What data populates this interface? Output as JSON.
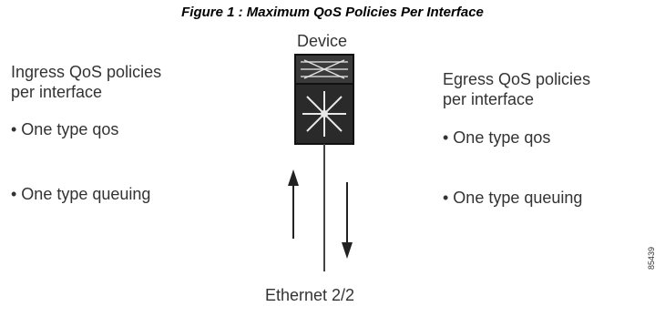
{
  "figure": {
    "title": "Figure 1 : Maximum QoS Policies Per Interface",
    "device_label": "Device",
    "interface_label": "Ethernet 2/2",
    "figure_id": "85439"
  },
  "ingress": {
    "heading_line1": "Ingress QoS policies",
    "heading_line2": "per interface",
    "items": [
      "• One type qos",
      "• One type queuing"
    ]
  },
  "egress": {
    "heading_line1": "Egress QoS policies",
    "heading_line2": "per interface",
    "items": [
      "• One type qos",
      "• One type queuing"
    ]
  },
  "icons": {
    "device": "switch-device-icon",
    "ingress_arrow": "arrow-up-icon",
    "egress_arrow": "arrow-down-icon"
  }
}
